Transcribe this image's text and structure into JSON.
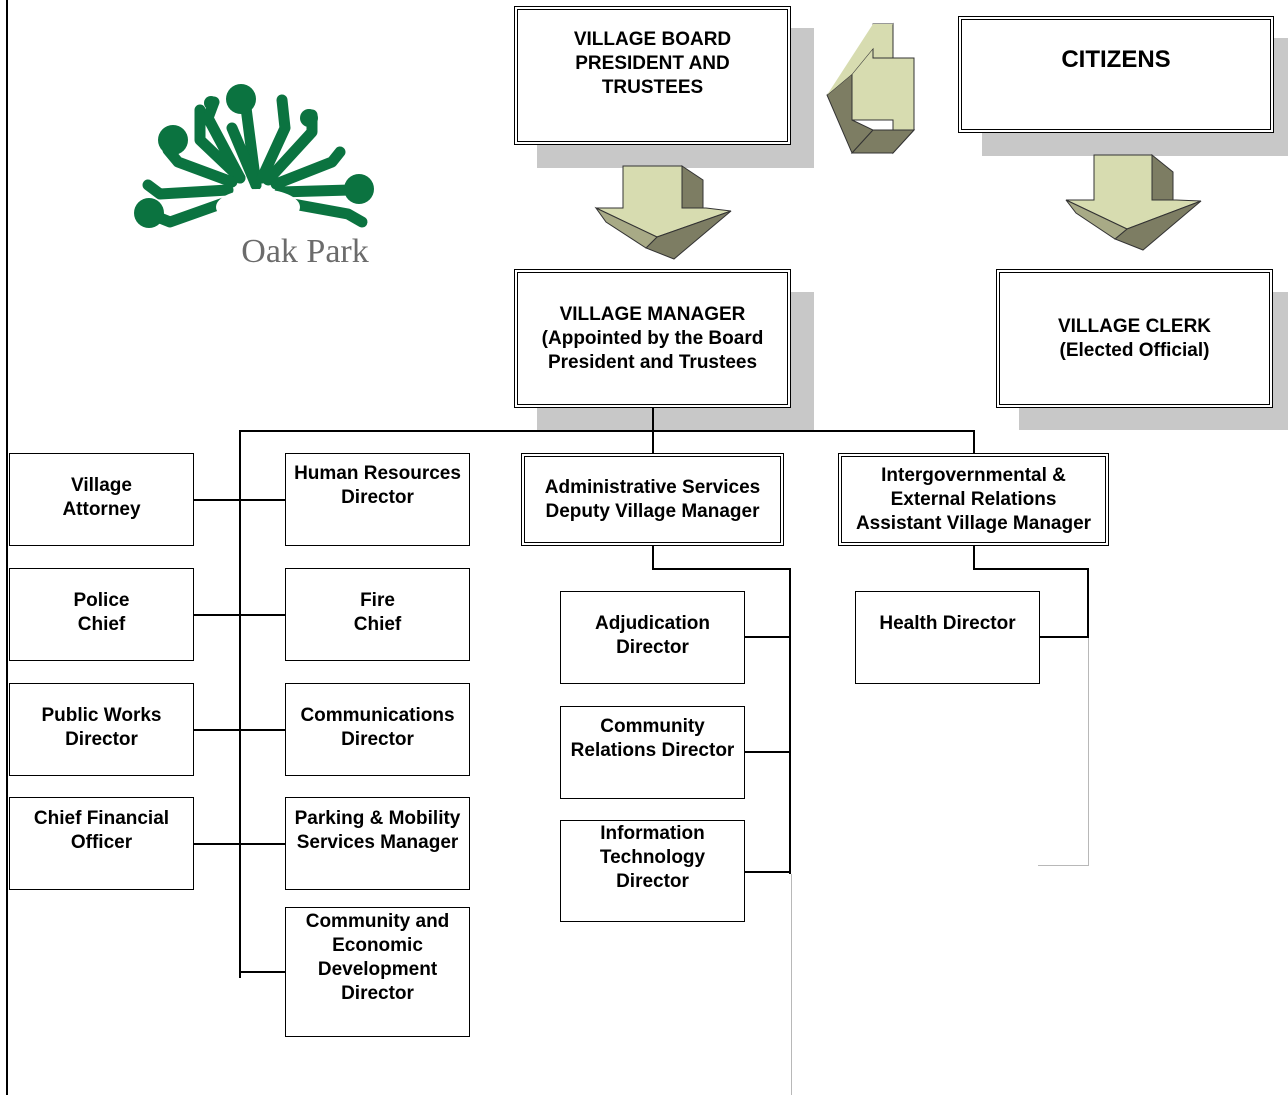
{
  "logo": {
    "text": "Oak Park",
    "color": "#0b7340"
  },
  "colors": {
    "arrow_light": "#d7dcb0",
    "arrow_dark": "#7d7d63",
    "shadow": "#c8c8c8"
  },
  "top": {
    "board": [
      "VILLAGE BOARD",
      "PRESIDENT AND",
      "TRUSTEES"
    ],
    "citizens": [
      "CITIZENS"
    ],
    "manager": [
      "VILLAGE MANAGER",
      "(Appointed by the Board",
      "President and Trustees"
    ],
    "clerk": [
      "VILLAGE CLERK",
      "(Elected Official)"
    ]
  },
  "left_column": {
    "attorney": [
      "Village",
      "Attorney"
    ],
    "police": [
      "Police",
      "Chief"
    ],
    "public_works": [
      "Public Works",
      "Director"
    ],
    "cfo": [
      "Chief Financial",
      "Officer"
    ]
  },
  "second_column": {
    "hr": [
      "Human Resources",
      "Director"
    ],
    "fire": [
      "Fire",
      "Chief"
    ],
    "communications": [
      "Communications",
      "Director"
    ],
    "parking": [
      "Parking & Mobility",
      "Services Manager"
    ],
    "ced": [
      "Community and",
      "Economic",
      "Development",
      "Director"
    ]
  },
  "admin": {
    "head": [
      "Administrative Services",
      "Deputy Village Manager"
    ],
    "adjudication": [
      "Adjudication",
      "Director"
    ],
    "community_relations": [
      "Community",
      "Relations Director"
    ],
    "it": [
      "Information",
      "Technology",
      "Director"
    ]
  },
  "intergov": {
    "head": [
      "Intergovernmental &",
      "External Relations",
      "Assistant Village Manager"
    ],
    "health": [
      "Health Director"
    ]
  }
}
